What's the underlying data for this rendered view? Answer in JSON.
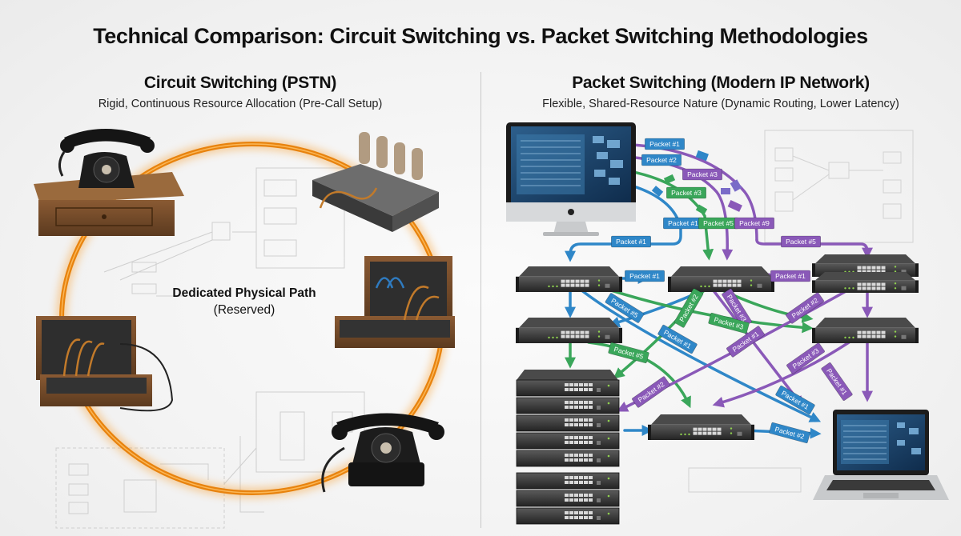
{
  "title": "Technical Comparison: Circuit Switching vs. Packet Switching Methodologies",
  "colors": {
    "circuit_path": "#f08a12",
    "packet_blue": "#2f87c8",
    "packet_green": "#3aa65a",
    "packet_purple": "#8a59b8",
    "device_dark": "#2b2b2b"
  },
  "circuit": {
    "heading": "Circuit Switching (PSTN)",
    "subheading": "Rigid, Continuous Resource Allocation (Pre-Call Setup)",
    "center_label": "Dedicated Physical Path",
    "center_sublabel": "(Reserved)",
    "nodes": [
      {
        "name": "rotary-telephone-origin",
        "icon": "rotary-phone-icon"
      },
      {
        "name": "vacuum-tube-switch",
        "icon": "vacuum-tube-icon"
      },
      {
        "name": "switchboard-right",
        "icon": "switchboard-icon"
      },
      {
        "name": "switchboard-left",
        "icon": "switchboard-icon"
      },
      {
        "name": "rotary-telephone-destination",
        "icon": "rotary-phone-icon"
      }
    ]
  },
  "packet": {
    "heading": "Packet Switching (Modern IP Network)",
    "subheading": "Flexible, Shared-Resource Nature (Dynamic Routing, Lower Latency)",
    "source": "desktop-computer",
    "destination": "laptop-computer",
    "labels": [
      {
        "text": "Packet #1",
        "color": "blue"
      },
      {
        "text": "Packet #2",
        "color": "blue"
      },
      {
        "text": "Packet #3",
        "color": "purple"
      },
      {
        "text": "Packet #3",
        "color": "green"
      },
      {
        "text": "Packet #1",
        "color": "blue"
      },
      {
        "text": "Packet #5",
        "color": "green"
      },
      {
        "text": "Packet #9",
        "color": "purple"
      },
      {
        "text": "Packet #1",
        "color": "blue"
      },
      {
        "text": "Packet #5",
        "color": "purple"
      },
      {
        "text": "Packet #1",
        "color": "blue"
      },
      {
        "text": "Packet #1",
        "color": "purple"
      },
      {
        "text": "Packet #5",
        "color": "blue"
      },
      {
        "text": "Packet #2",
        "color": "green"
      },
      {
        "text": "Packet #3",
        "color": "purple"
      },
      {
        "text": "Packet #2",
        "color": "purple"
      },
      {
        "text": "Packet #3",
        "color": "green"
      },
      {
        "text": "Packet #1",
        "color": "blue"
      },
      {
        "text": "Packet #1",
        "color": "purple"
      },
      {
        "text": "Packet #5",
        "color": "green"
      },
      {
        "text": "Packet #3",
        "color": "purple"
      },
      {
        "text": "Packet #2",
        "color": "purple"
      },
      {
        "text": "Packet #1",
        "color": "blue"
      },
      {
        "text": "Packet #1",
        "color": "purple"
      },
      {
        "text": "Packet #2",
        "color": "blue"
      }
    ]
  }
}
